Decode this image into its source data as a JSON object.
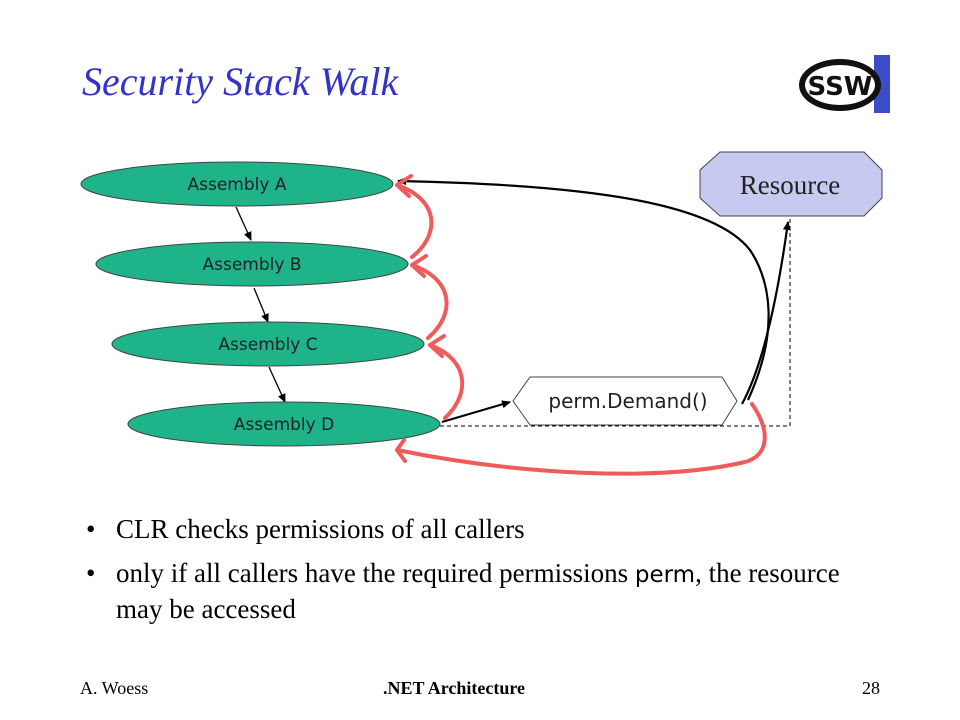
{
  "slide": {
    "title": "Security Stack Walk"
  },
  "logo": {
    "text": "SSW",
    "icon": "ssw-logo"
  },
  "diagram": {
    "assemblies": [
      {
        "label": "Assembly A"
      },
      {
        "label": "Assembly B"
      },
      {
        "label": "Assembly C"
      },
      {
        "label": "Assembly D"
      }
    ],
    "resource": {
      "label": "Resource"
    },
    "demand": {
      "label": "perm.Demand()"
    },
    "colors": {
      "assembly_fill": "#1fb38a",
      "resource_fill": "#c6c9f0",
      "stack_walk_arrow": "#ef5b5b",
      "call_arrow": "#000000"
    }
  },
  "bullets": [
    {
      "text": "CLR checks permissions of all callers"
    },
    {
      "before": "only if all callers have the required permissions ",
      "code": "perm",
      "after": ", the resource may be accessed"
    }
  ],
  "footer": {
    "author": "A. Woess",
    "course": ".NET Architecture",
    "page": "28"
  }
}
